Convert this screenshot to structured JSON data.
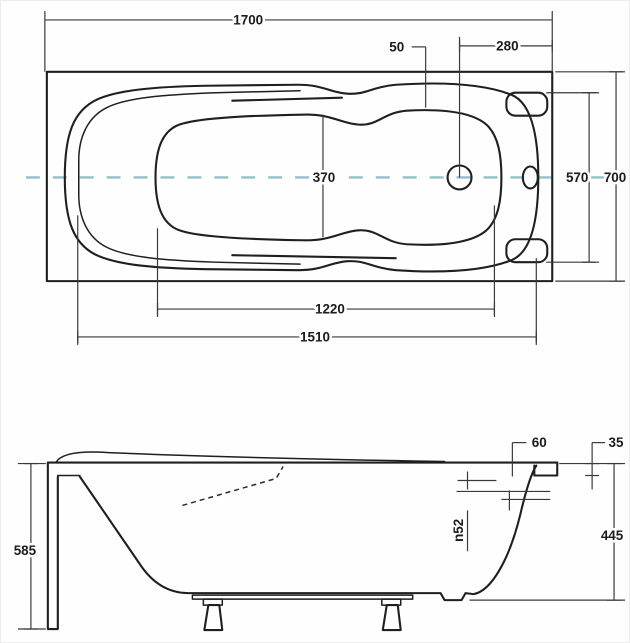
{
  "diagram": {
    "type": "technical-drawing",
    "subject": "bathtub dimension drawing",
    "colors": {
      "line": "#1f1f1f",
      "dimension_line": "#3a3a3a",
      "centerline": "#93c0c6",
      "background": "#fefefe"
    },
    "top_view": {
      "dims": {
        "overall_length": "1700",
        "tap_offset": "50",
        "drain_to_edge": "280",
        "mid_width": "370",
        "inner_width": "570",
        "overall_width": "700",
        "basin_bottom_length": "1220",
        "shell_length": "1510"
      }
    },
    "side_view": {
      "dims": {
        "rim_overhang": "60",
        "rim_thickness": "35",
        "overall_height": "585",
        "overflow_diameter": "n52",
        "shell_height": "445"
      }
    }
  }
}
